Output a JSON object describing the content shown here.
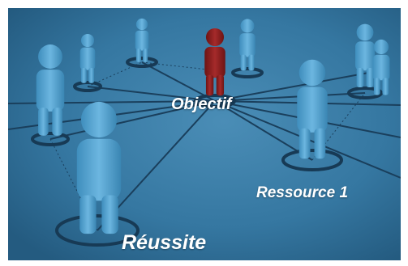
{
  "labels": {
    "objectif": "Objectif",
    "ressource": "Ressource 1",
    "reussite": "Réussite"
  },
  "colors": {
    "background": "#2f6f97",
    "figure": "#4f9fcc",
    "target_figure": "#8a1d1d",
    "label": "#ffffff"
  }
}
